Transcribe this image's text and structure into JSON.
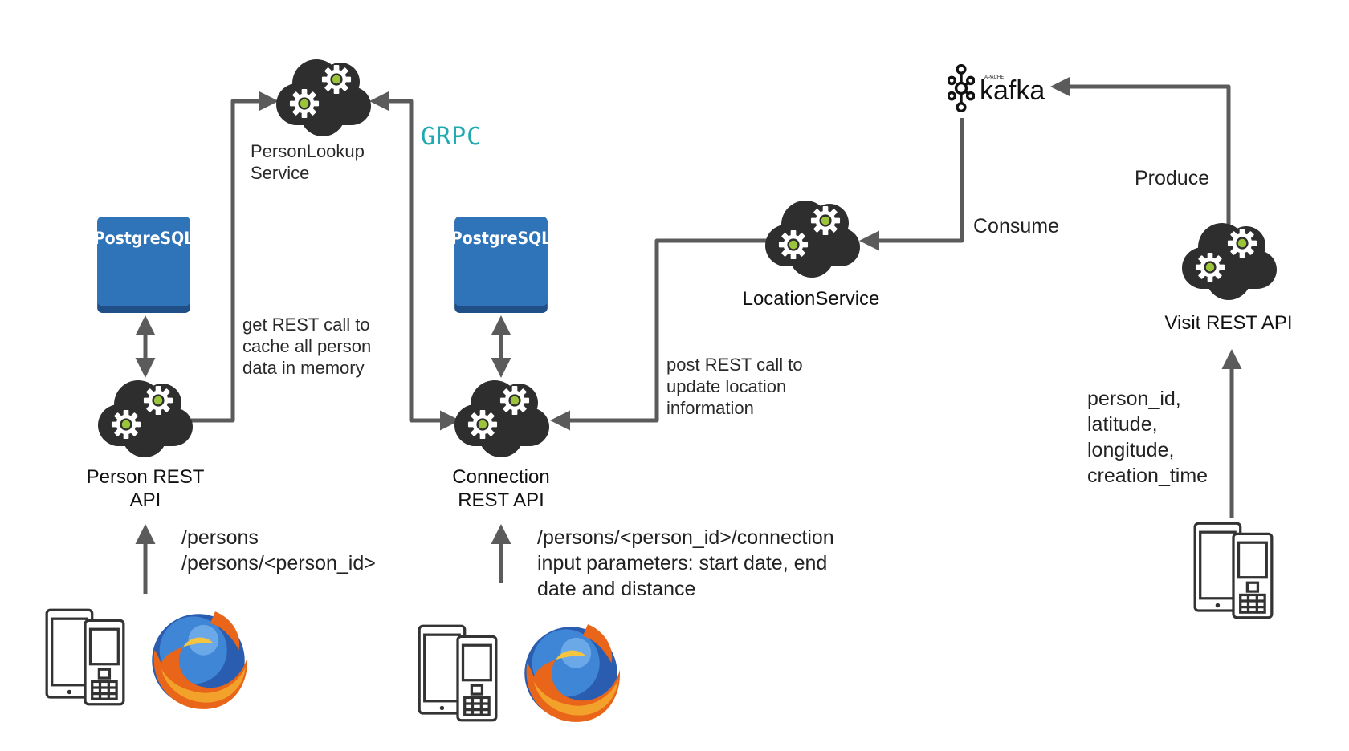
{
  "nodes": {
    "person_lookup": {
      "label_line1": "PersonLookup",
      "label_line2": "Service"
    },
    "person_api": {
      "label_line1": "Person REST",
      "label_line2": "API"
    },
    "connection_api": {
      "label_line1": "Connection",
      "label_line2": "REST API"
    },
    "location_service": {
      "label": "LocationService"
    },
    "visit_api": {
      "label": "Visit REST API"
    },
    "postgres_1": {
      "label": "PostgreSQL"
    },
    "postgres_2": {
      "label": "PostgreSQL"
    },
    "kafka": {
      "label": "kafka",
      "sublabel": "APACHE"
    },
    "grpc": {
      "label": "GRPC"
    }
  },
  "annotations": {
    "get_rest": [
      "get REST call to",
      "cache all person",
      "data in memory"
    ],
    "post_rest": [
      "post REST call to",
      "update location",
      "information"
    ],
    "consume": "Consume",
    "produce": "Produce",
    "person_endpoints": [
      "/persons",
      "/persons/<person_id>"
    ],
    "connection_endpoints": [
      "/persons/<person_id>/connection",
      "input parameters: start date, end",
      "date and distance"
    ],
    "visit_fields": [
      "person_id,",
      "latitude,",
      "longitude,",
      "creation_time"
    ]
  },
  "colors": {
    "edge": "#5b5b5b",
    "cloud": "#2e2e2e",
    "gear_outer": "#ffffff",
    "gear_center": "#9cc43a",
    "postgres_blue": "#2f73b9",
    "grpc_teal": "#1eaab0",
    "firefox_orange": "#e8651a",
    "firefox_blue": "#2a5db0"
  },
  "icons": {
    "service": "cloud-gears-icon",
    "database": "postgresql-icon",
    "client_mobile": "mobile-phones-icon",
    "client_browser": "firefox-icon",
    "broker": "kafka-icon",
    "protocol": "grpc-icon"
  }
}
